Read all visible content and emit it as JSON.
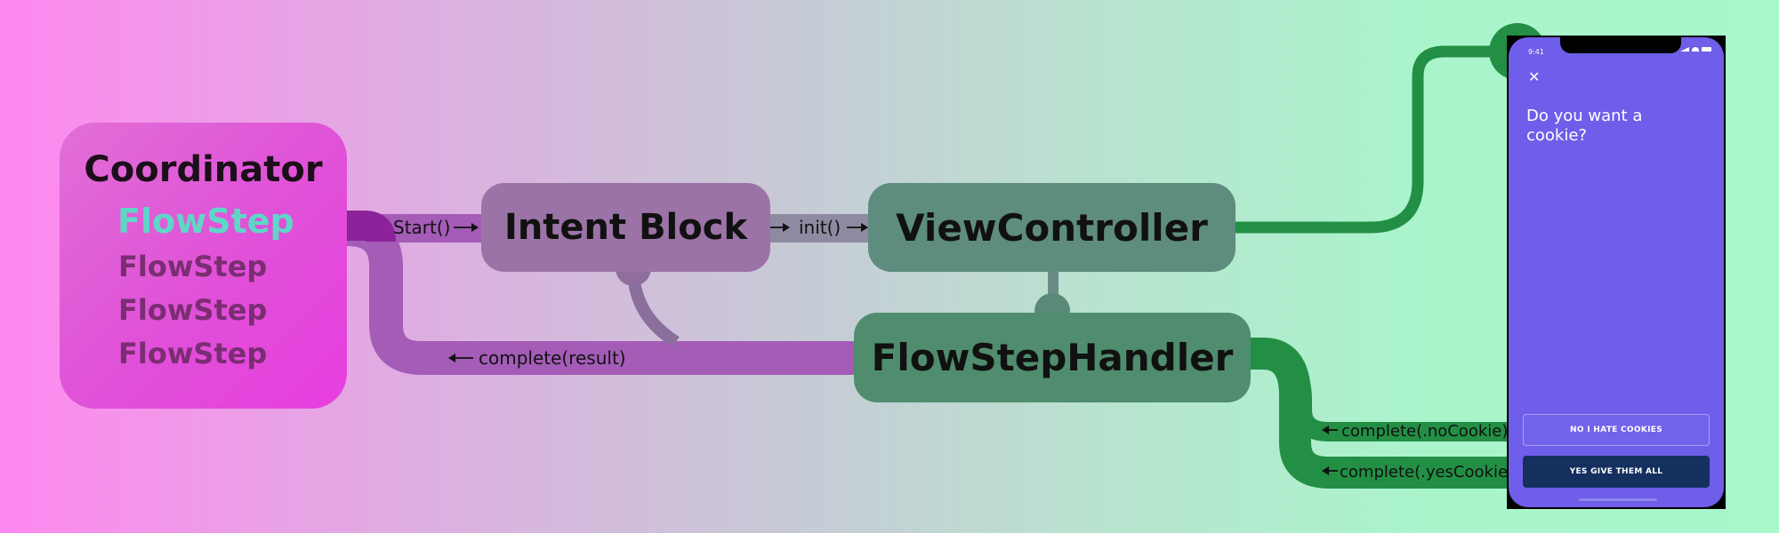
{
  "colors": {
    "purple_connector": "#a45cb7",
    "coordinator_connector": "#8c239a",
    "green_connector": "#228f45",
    "gray_connector": "#6a8a86",
    "phone_screen": "#6e5ee9",
    "yes_button": "#13305e",
    "active_step": "#5fd7c6"
  },
  "coordinator": {
    "title": "Coordinator",
    "steps": [
      "FlowStep",
      "FlowStep",
      "FlowStep",
      "FlowStep"
    ]
  },
  "intent_block": {
    "label": "Intent Block"
  },
  "view_controller": {
    "label": "ViewController"
  },
  "flow_step_handler": {
    "label": "FlowStepHandler"
  },
  "calls": {
    "start": "Start()",
    "init": "init()",
    "complete_result": "complete(result)",
    "complete_no_cookie": "complete(.noCookie)",
    "complete_yes_cookie": "complete(.yesCookie)"
  },
  "phone": {
    "time": "9:41",
    "close_icon": "close-icon",
    "question": "Do you want a cookie?",
    "no_button": "NO I HATE COOKIES",
    "yes_button": "YES GIVE THEM ALL"
  }
}
